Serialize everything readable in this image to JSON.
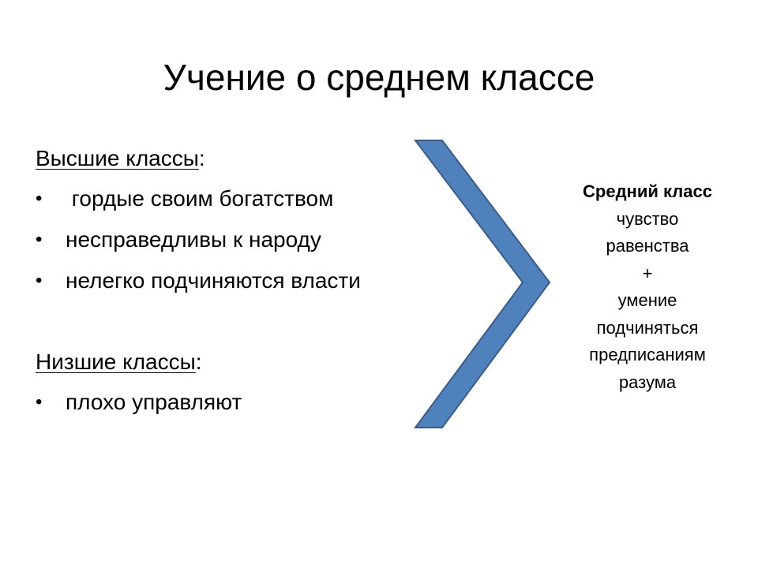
{
  "slide": {
    "title": "Учение о среднем классе"
  },
  "upper": {
    "heading": "Высшие классы",
    "heading_suffix": ":",
    "items": [
      " гордые своим богатством",
      "несправедливы к народу",
      "нелегко подчиняются власти"
    ]
  },
  "lower": {
    "heading": "Низшие классы",
    "heading_suffix": ":",
    "items": [
      "плохо управляют"
    ]
  },
  "bullet_glyph": "•",
  "middle": {
    "heading": "Средний класс",
    "lines": [
      "чувство",
      "равенства",
      "+",
      "умение",
      "подчиняться",
      "предписаниям",
      "разума"
    ]
  },
  "colors": {
    "chevron_fill": "#4f81bd",
    "chevron_stroke": "#385d8a",
    "text": "#000000"
  },
  "icons": {
    "chevron": "chevron-right-icon"
  }
}
